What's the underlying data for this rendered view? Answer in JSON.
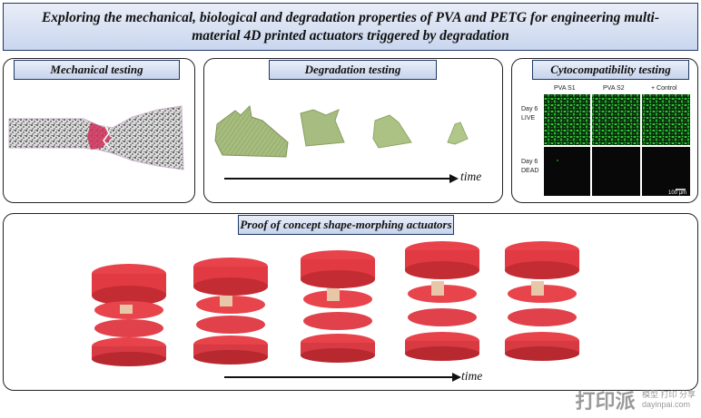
{
  "title": "Exploring the mechanical, biological and degradation properties of PVA and PETG for engineering multi-material 4D printed actuators triggered by degradation",
  "panels": {
    "mechanical": {
      "label": "Mechanical testing"
    },
    "degradation": {
      "label": "Degradation testing",
      "arrow_label": "time"
    },
    "cyto": {
      "label": "Cytocompatibility testing",
      "columns": [
        "PVA S1",
        "PVA S2",
        "+ Control"
      ],
      "rows": [
        {
          "day": "Day 6",
          "stain": "LIVE"
        },
        {
          "day": "Day 6",
          "stain": "DEAD"
        }
      ],
      "scale_bar": "100 µm"
    },
    "proof": {
      "label": "Proof of concept shape-morphing actuators",
      "arrow_label": "time"
    }
  },
  "watermark": {
    "brand": "打印派",
    "sub": "模型 打印 分享",
    "url": "dayinpai.com"
  },
  "colors": {
    "accent": "#1f3864",
    "actuator": "#e8424a",
    "specimen": "#a7bd7f",
    "live_stain": "#23a32a"
  }
}
